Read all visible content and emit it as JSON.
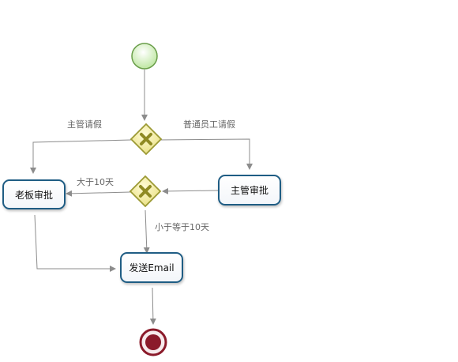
{
  "diagram": {
    "gateway_labels": {
      "manager_leave": "主管请假",
      "staff_leave": "普通员工请假",
      "more_than_10": "大于10天",
      "up_to_10": "小于等于10天"
    },
    "tasks": {
      "boss_approval": "老板审批",
      "manager_approval": "主管审批",
      "send_email": "发送Email"
    },
    "colors": {
      "start_fill": "#c9eeb0",
      "start_stroke": "#6a9e4a",
      "gateway_fill": "#f3ec9c",
      "gateway_stroke": "#9c9a34",
      "end_fill": "#8b1a2a",
      "end_stroke": "#6b1020",
      "task_border": "#1f5d84",
      "edge": "#8c8c8c"
    },
    "icons": {
      "gateway": "x-icon",
      "end": "end-event-circle"
    }
  }
}
